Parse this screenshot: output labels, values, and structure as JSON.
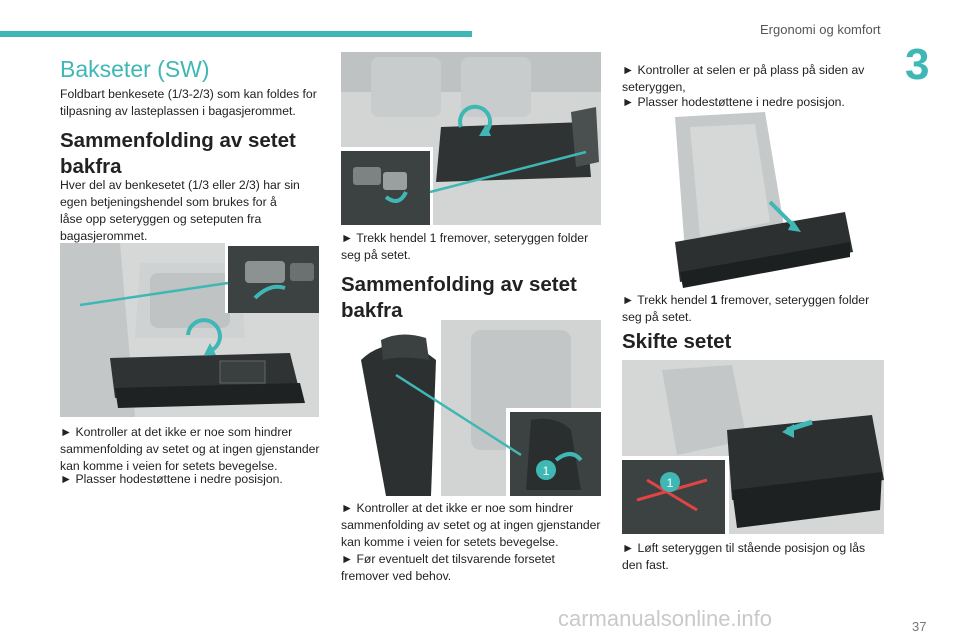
{
  "header": {
    "title": "Ergonomi og komfort",
    "chapter": "3",
    "page_number": "37"
  },
  "col1": {
    "section_title": "Bakseter (SW)",
    "intro": "Foldbart benkesete (1/3-2/3) som kan foldes for tilpasning av lasteplassen i bagasjerommet.",
    "heading": "Sammenfolding av setet bakfra",
    "body": "Hver del av benkesetet (1/3 eller 2/3) har sin egen betjeningshendel som brukes for å låse opp seteryggen og seteputen fra bagasjerommet.",
    "bullet1": "► Kontroller at det ikke er noe som hindrer sammenfolding av setet og at ingen gjenstander kan komme i veien for setets bevegelse.",
    "bullet2": "► Plasser hodestøttene i nedre posisjon."
  },
  "col2": {
    "caption1": "► Trekk hendel 1 fremover, seteryggen folder seg på setet.",
    "heading": "Sammenfolding av setet bakfra",
    "bullet1": "► Kontroller at det ikke er noe som hindrer sammenfolding av setet og at ingen gjenstander kan komme i veien for setets bevegelse.",
    "bullet2": "► Før eventuelt det tilsvarende forsetet fremover ved behov.",
    "callout": "1"
  },
  "col3": {
    "bullet1": "► Kontroller at selen er på plass på siden av seteryggen,",
    "bullet2": "► Plasser hodestøttene i nedre posisjon.",
    "caption_pre": "► Trekk hendel ",
    "caption_bold": "1",
    "caption_post": " fremover, seteryggen folder seg på setet.",
    "heading": "Skifte setet",
    "caption2": "► Løft seteryggen til stående posisjon og lås den fast.",
    "callout": "1"
  },
  "watermark": "carmanualsonline.info",
  "colors": {
    "accent": "#3fb7b5",
    "text": "#222222"
  }
}
